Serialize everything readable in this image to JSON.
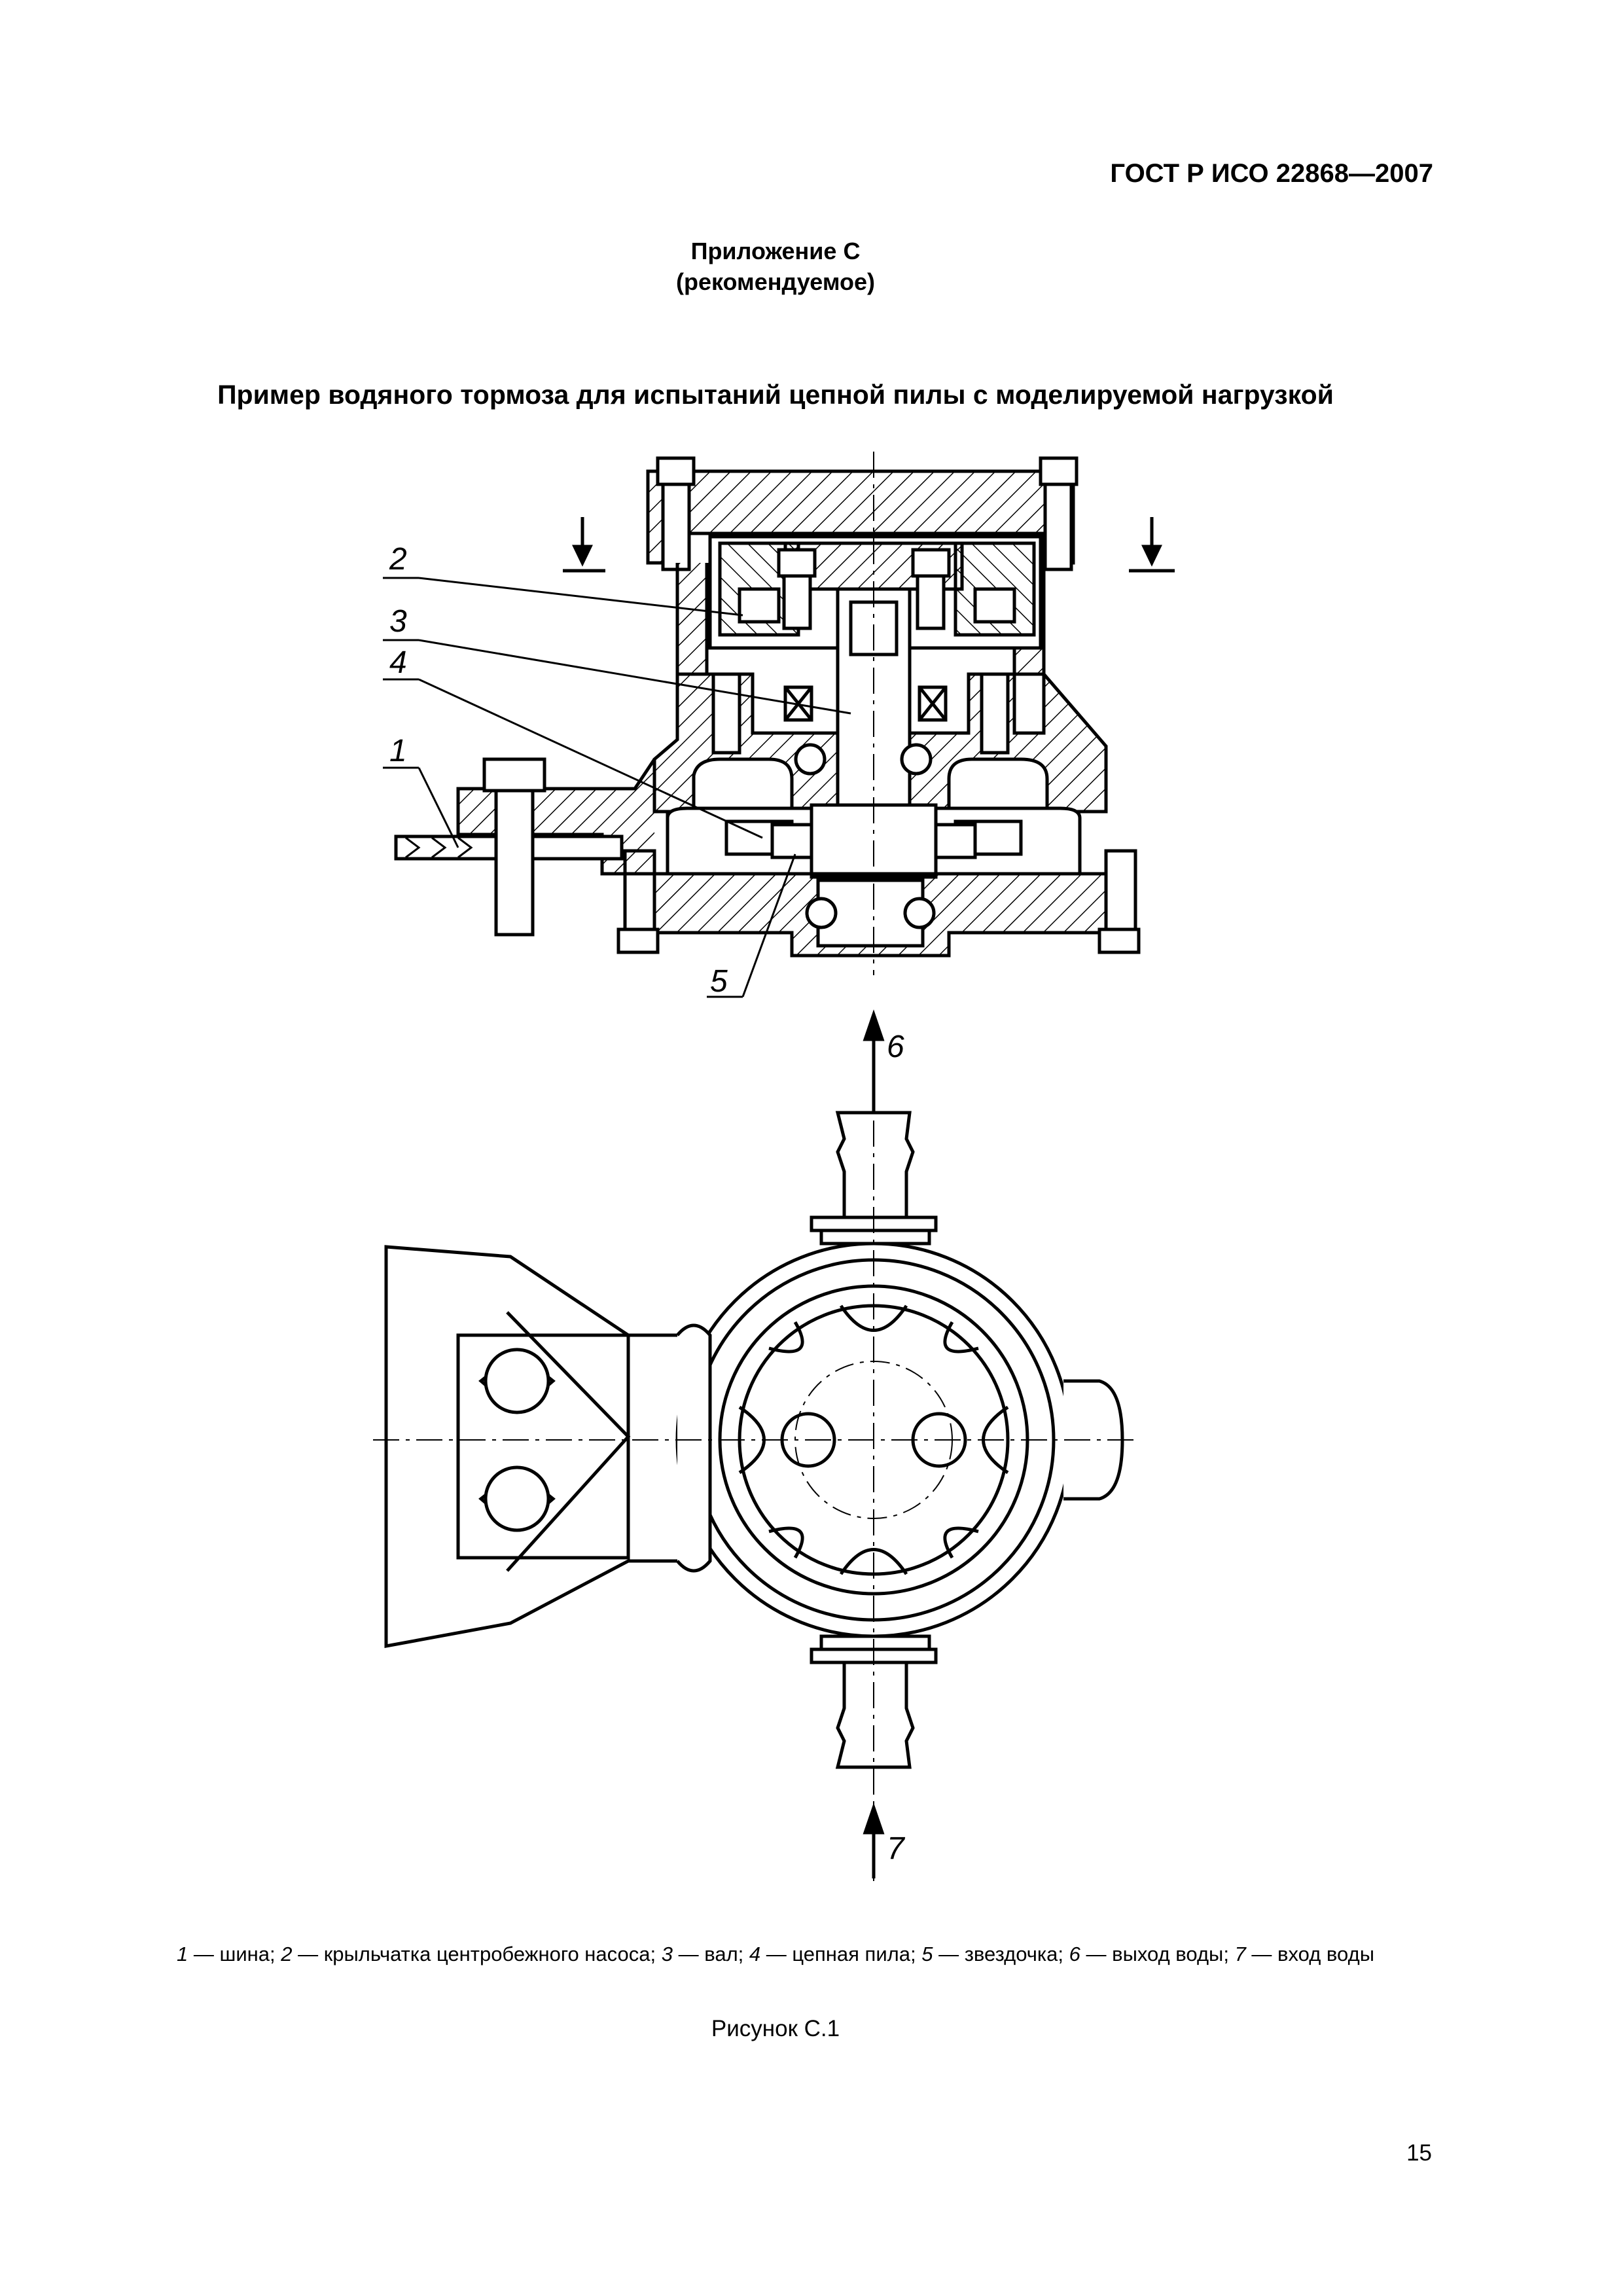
{
  "header": {
    "standard": "ГОСТ Р ИСО 22868—2007"
  },
  "annex": {
    "line1": "Приложение С",
    "line2": "(рекомендуемое)"
  },
  "title": "Пример водяного тормоза для испытаний цепной пилы с моделируемой нагрузкой",
  "figure": {
    "labels": {
      "l1": "1",
      "l2": "2",
      "l3": "3",
      "l4": "4",
      "l5": "5",
      "l6": "6",
      "l7": "7"
    },
    "caption": "Рисунок С.1"
  },
  "legend": [
    {
      "num": "1",
      "text": " — шина; "
    },
    {
      "num": "2",
      "text": " — крыльчатка центробежного насоса; "
    },
    {
      "num": "3",
      "text": " — вал; "
    },
    {
      "num": "4",
      "text": " — цепная пила; "
    },
    {
      "num": "5",
      "text": " — звездочка; "
    },
    {
      "num": "6",
      "text": " — выход воды; "
    },
    {
      "num": "7",
      "text": " — вход воды"
    }
  ],
  "page_number": "15"
}
